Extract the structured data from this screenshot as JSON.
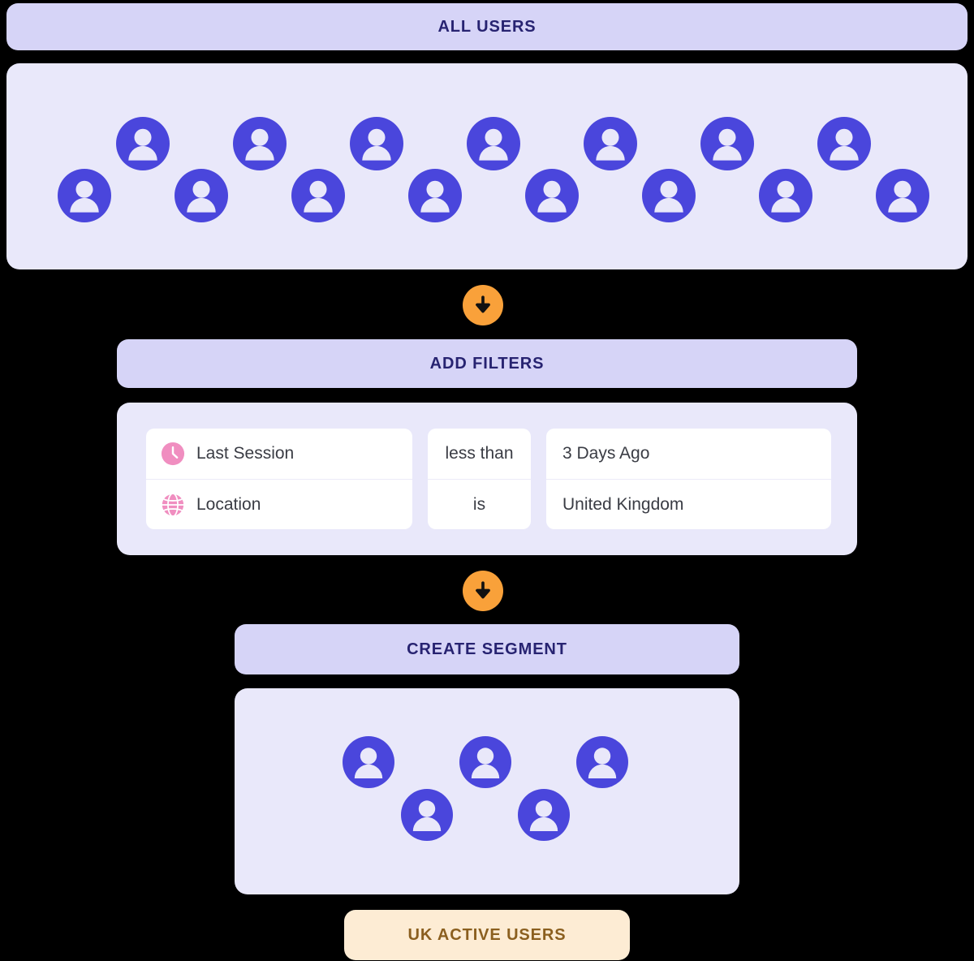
{
  "colors": {
    "bar_bg": "#d6d4f7",
    "bar_text": "#272371",
    "panel_bg": "#e9e8fa",
    "avatar": "#4a46dc",
    "arrow_badge": "#f9a13a",
    "filter_card_bg": "#ffffff",
    "filter_text": "#3a3c44",
    "attr_icon": "#f08ec0",
    "tag_bg": "#fdecd4",
    "tag_text": "#8b5f1f",
    "page_bg": "#000000"
  },
  "all_users": {
    "header_label": "ALL USERS",
    "avatar_icon": "user-avatar-icon",
    "avatar_count": 15,
    "row_top_count": 7,
    "row_bottom_count": 8
  },
  "arrows": {
    "first_icon": "arrow-down-icon",
    "second_icon": "arrow-down-icon"
  },
  "filters": {
    "header_label": "ADD FILTERS",
    "columns": [
      "attribute",
      "operator",
      "value"
    ],
    "rows": [
      {
        "icon": "clock-icon",
        "attribute": "Last Session",
        "operator": "less than",
        "value": "3 Days Ago"
      },
      {
        "icon": "globe-icon",
        "attribute": "Location",
        "operator": "is",
        "value": "United Kingdom"
      }
    ]
  },
  "segment": {
    "header_label": "CREATE SEGMENT",
    "avatar_icon": "user-avatar-icon",
    "avatar_count": 5,
    "row_top_count": 3,
    "row_bottom_count": 2,
    "tag_label": "UK ACTIVE USERS"
  }
}
